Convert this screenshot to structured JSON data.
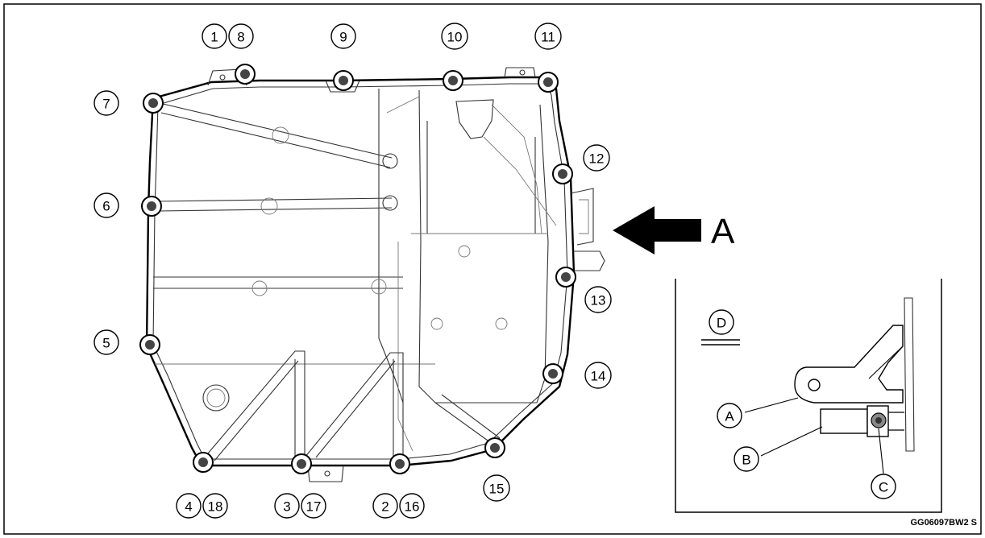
{
  "callouts": {
    "bolt_1": "1",
    "bolt_8": "8",
    "bolt_9": "9",
    "bolt_10": "10",
    "bolt_11": "11",
    "bolt_7": "7",
    "bolt_12": "12",
    "bolt_6": "6",
    "bolt_13": "13",
    "bolt_5": "5",
    "bolt_14": "14",
    "bolt_15": "15",
    "bolt_4": "4",
    "bolt_18": "18",
    "bolt_3": "3",
    "bolt_17": "17",
    "bolt_2": "2",
    "bolt_16": "16"
  },
  "view_arrow_label": "A",
  "detail": {
    "view_label": "D",
    "part_a": "A",
    "part_b": "B",
    "part_c": "C"
  },
  "figure_code": "GG06097BW2  S"
}
